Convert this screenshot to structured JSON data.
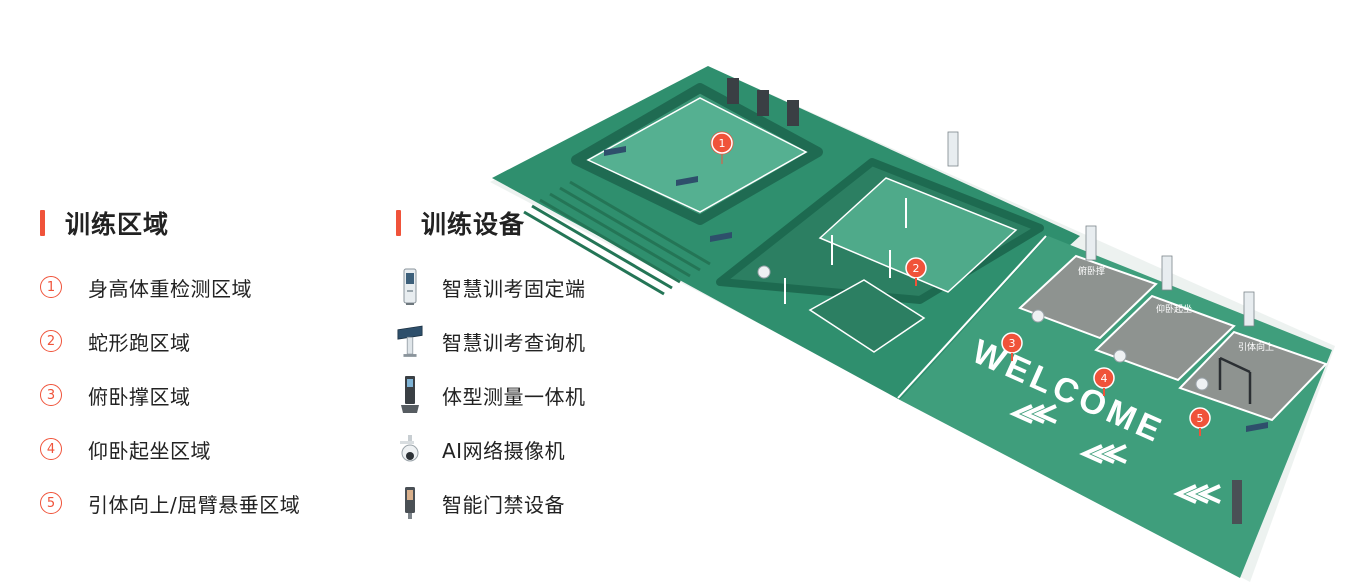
{
  "zones": {
    "title": "训练区域",
    "items": [
      {
        "num": "1",
        "label": "身高体重检测区域"
      },
      {
        "num": "2",
        "label": "蛇形跑区域"
      },
      {
        "num": "3",
        "label": "俯卧撑区域"
      },
      {
        "num": "4",
        "label": "仰卧起坐区域"
      },
      {
        "num": "5",
        "label": "引体向上/屈臂悬垂区域"
      }
    ]
  },
  "equipment": {
    "title": "训练设备",
    "items": [
      {
        "icon": "kiosk-terminal-icon",
        "label": "智慧训考固定端"
      },
      {
        "icon": "query-terminal-icon",
        "label": "智慧训考查询机"
      },
      {
        "icon": "body-measure-machine-icon",
        "label": "体型测量一体机"
      },
      {
        "icon": "ai-camera-icon",
        "label": "AI网络摄像机"
      },
      {
        "icon": "access-control-icon",
        "label": "智能门禁设备"
      }
    ]
  },
  "map": {
    "welcome": "WELCOME",
    "markers": [
      "1",
      "2",
      "3",
      "4",
      "5"
    ],
    "mat_labels": [
      "俯卧撑",
      "仰卧起坐",
      "引体向上"
    ]
  },
  "colors": {
    "accent": "#f0533a",
    "track": "#2f8f6e",
    "field": "#4aa88a",
    "dark": "#1f6b52"
  }
}
